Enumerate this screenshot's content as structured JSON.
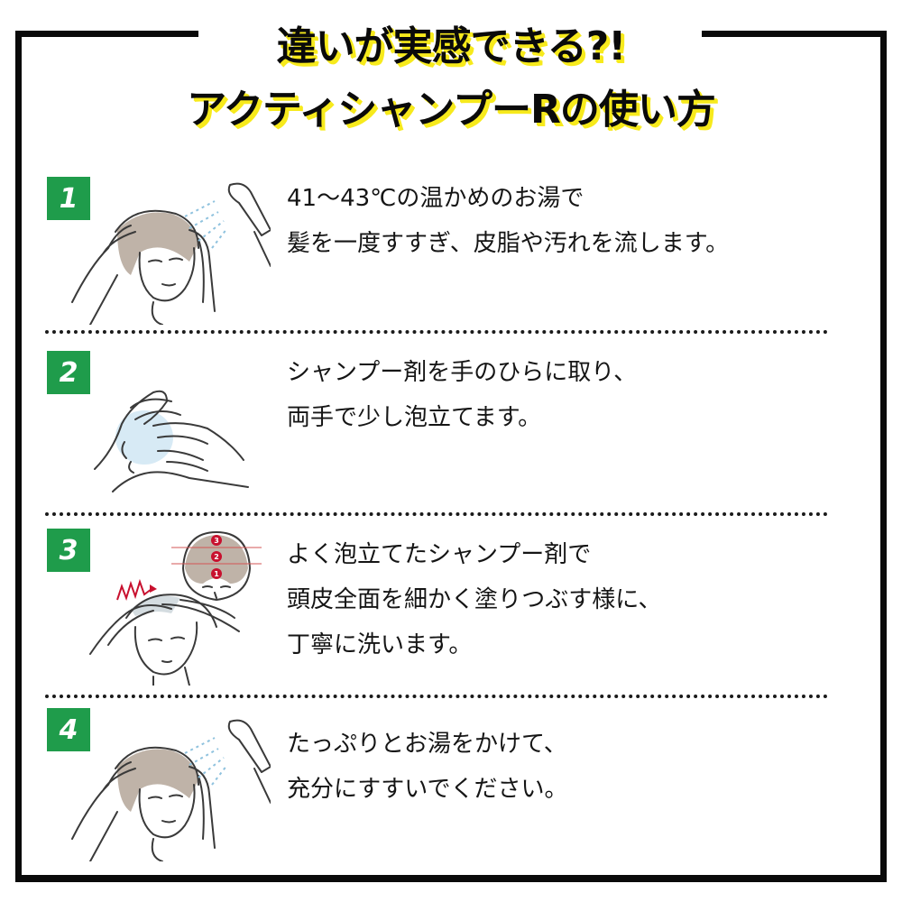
{
  "header": {
    "title_line1": "違いが実感できる?!",
    "title_line2": "アクティシャンプーRの使い方"
  },
  "colors": {
    "frame": "#0a0a0a",
    "badge_green": "#1f9c4b",
    "title_shadow_yellow": "#f7ea1c",
    "accent_red": "#c8102e",
    "spray_blue": "#8fc2de",
    "hair_gray": "#bfb3a8"
  },
  "steps": [
    {
      "number": "1",
      "illustration": "person-rinsing-hair-with-shower-icon",
      "lines": [
        "41～43℃の温かめのお湯で",
        "髪を一度すすぎ、皮脂や汚れを流します。"
      ]
    },
    {
      "number": "2",
      "illustration": "hands-lathering-shampoo-icon",
      "lines": [
        "シャンプー剤を手のひらに取り、",
        "両手で少し泡立てます。"
      ]
    },
    {
      "number": "3",
      "illustration": "person-massaging-scalp-icon",
      "scalp_zones": [
        "1",
        "2",
        "3"
      ],
      "lines": [
        "よく泡立てたシャンプー剤で",
        "頭皮全面を細かく塗りつぶす様に、",
        "丁寧に洗います。"
      ]
    },
    {
      "number": "4",
      "illustration": "person-rinsing-hair-with-shower-icon",
      "lines": [
        "たっぷりとお湯をかけて、",
        "充分にすすいでください。"
      ]
    }
  ]
}
